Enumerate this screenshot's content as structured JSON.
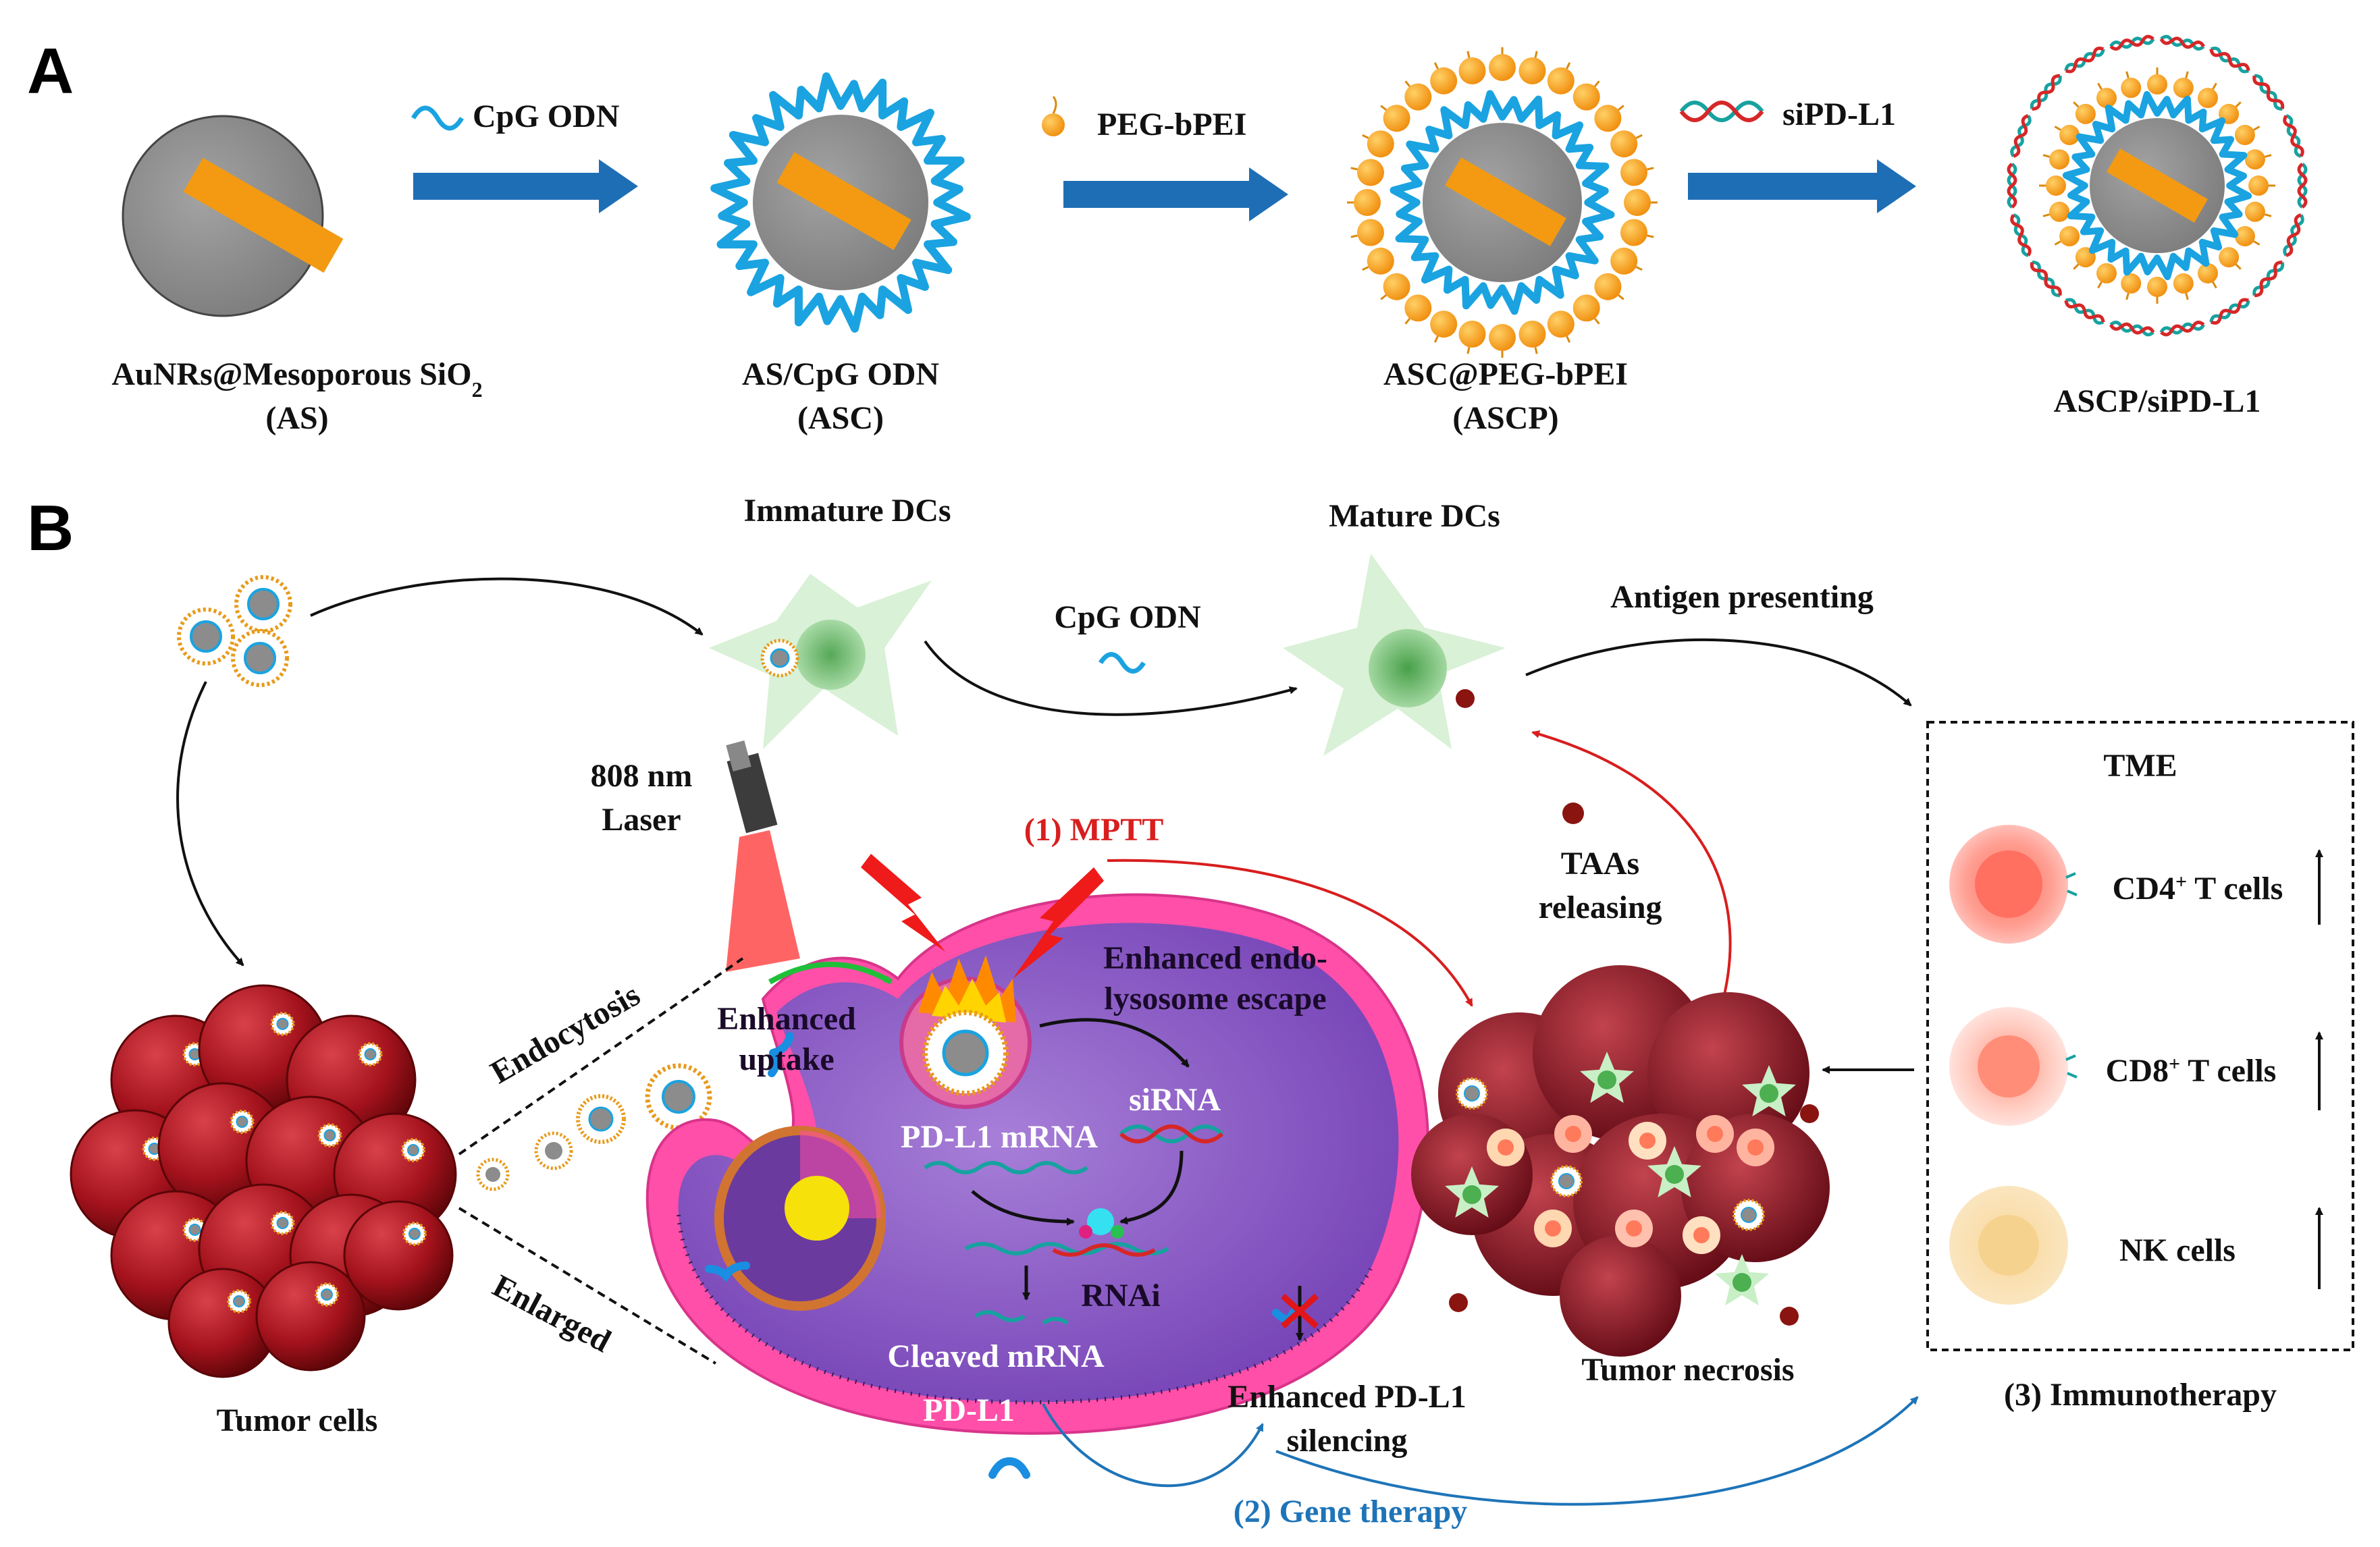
{
  "panels": {
    "a": "A",
    "b": "B"
  },
  "panel_a": {
    "step1": {
      "name": "AuNRs@Mesoporous SiO",
      "sub": "2",
      "abbr": "(AS)"
    },
    "reagent1": "CpG ODN",
    "step2": {
      "name": "AS/CpG ODN",
      "abbr": "(ASC)"
    },
    "reagent2": "PEG-bPEI",
    "step3": {
      "name": "ASC@PEG-bPEI",
      "abbr": "(ASCP)"
    },
    "reagent3": "siPD-L1",
    "step4": {
      "name": "ASCP/siPD-L1"
    }
  },
  "panel_b": {
    "immature_dcs": "Immature DCs",
    "mature_dcs": "Mature DCs",
    "cpg_odn": "CpG ODN",
    "antigen_presenting": "Antigen presenting",
    "laser_line1": "808 nm",
    "laser_line2": "Laser",
    "mptt": "(1) MPTT",
    "endocytosis": "Endocytosis",
    "enlarged": "Enlarged",
    "tumor_cells": "Tumor cells",
    "enhanced_uptake_1": "Enhanced",
    "enhanced_uptake_2": "uptake",
    "endo_escape_1": "Enhanced endo-",
    "endo_escape_2": "lysosome escape",
    "sirna": "siRNA",
    "pdl1_mrna": "PD-L1 mRNA",
    "rnai": "RNAi",
    "cleaved_mrna": "Cleaved mRNA",
    "pdl1": "PD-L1",
    "silencing_1": "Enhanced PD-L1",
    "silencing_2": "silencing",
    "gene_therapy": "(2) Gene therapy",
    "taas_1": "TAAs",
    "taas_2": "releasing",
    "tumor_necrosis": "Tumor necrosis",
    "tme": "TME",
    "cd4_pre": "CD4",
    "cd4_sup": "+",
    "cd4_post": " T cells",
    "cd8_pre": "CD8",
    "cd8_sup": "+",
    "cd8_post": " T cells",
    "nk_cells": "NK cells",
    "immunotherapy": "(3) Immunotherapy"
  },
  "colors": {
    "process_arrow": "#1e6eb5",
    "cpg_strand": "#1aa3e0",
    "gold_nanorod": "#f39a12",
    "silica_core": "#8c8c8c",
    "peg_bpei_bead": "#f5a623",
    "sirna_red": "#d62728",
    "sirna_teal": "#17a2a0",
    "tumor_red": "#a3121c",
    "cell_membrane_pink": "#ff4fa8",
    "cytoplasm_purple": "#8b55c8",
    "dc_green": "#d9f1d6",
    "mptt_red": "#d81e1e",
    "gene_therapy_blue": "#1e74b8"
  }
}
